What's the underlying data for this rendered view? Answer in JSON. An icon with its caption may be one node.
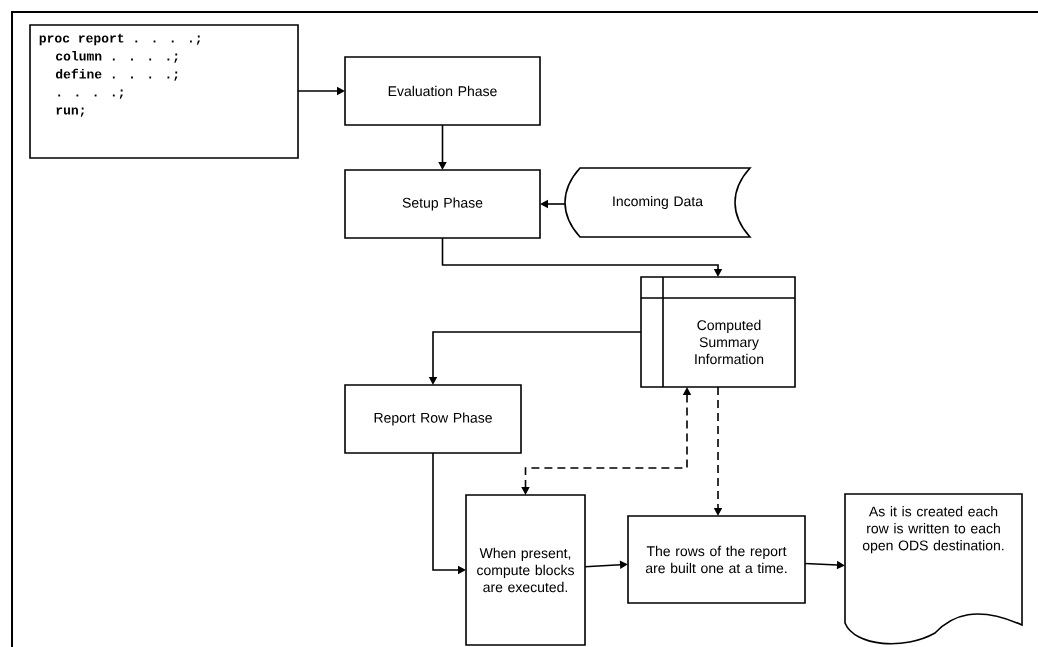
{
  "diagram": {
    "nodes": [
      {
        "text": [
          "proc report . . . .;",
          "column . . . .;",
          "define . . . .;",
          ". . . .;",
          "run;"
        ]
      },
      {
        "text": [
          "Evaluation Phase"
        ]
      },
      {
        "text": [
          "Setup Phase"
        ]
      },
      {
        "text": [
          "Incoming Data"
        ]
      },
      {
        "text": [
          "Computed Summary Information"
        ]
      },
      {
        "text": [
          "Report Row Phase"
        ]
      },
      {
        "text": [
          "When present, compute blocks are executed."
        ]
      },
      {
        "text": [
          "The rows of the report are built one at a time."
        ]
      },
      {
        "text": [
          "As it is created each row is written to each open ODS destination."
        ]
      }
    ],
    "edges": [
      {
        "from": 0,
        "to": 1,
        "arrow": "to"
      },
      {
        "from": 1,
        "to": 2,
        "arrow": "to"
      },
      {
        "from": 3,
        "to": 2,
        "arrow": "to"
      },
      {
        "from": 2,
        "to": 4,
        "arrow": "to"
      },
      {
        "from": 4,
        "to": 5,
        "arrow": "to"
      },
      {
        "from": 4,
        "to": 6,
        "arrow": "both",
        "style": "dashed"
      },
      {
        "from": 4,
        "to": 7,
        "arrow": "to",
        "style": "dashed"
      },
      {
        "from": 5,
        "to": 6,
        "arrow": "to"
      },
      {
        "from": 6,
        "to": 7,
        "arrow": "to"
      },
      {
        "from": 7,
        "to": 8,
        "arrow": "to"
      }
    ]
  }
}
